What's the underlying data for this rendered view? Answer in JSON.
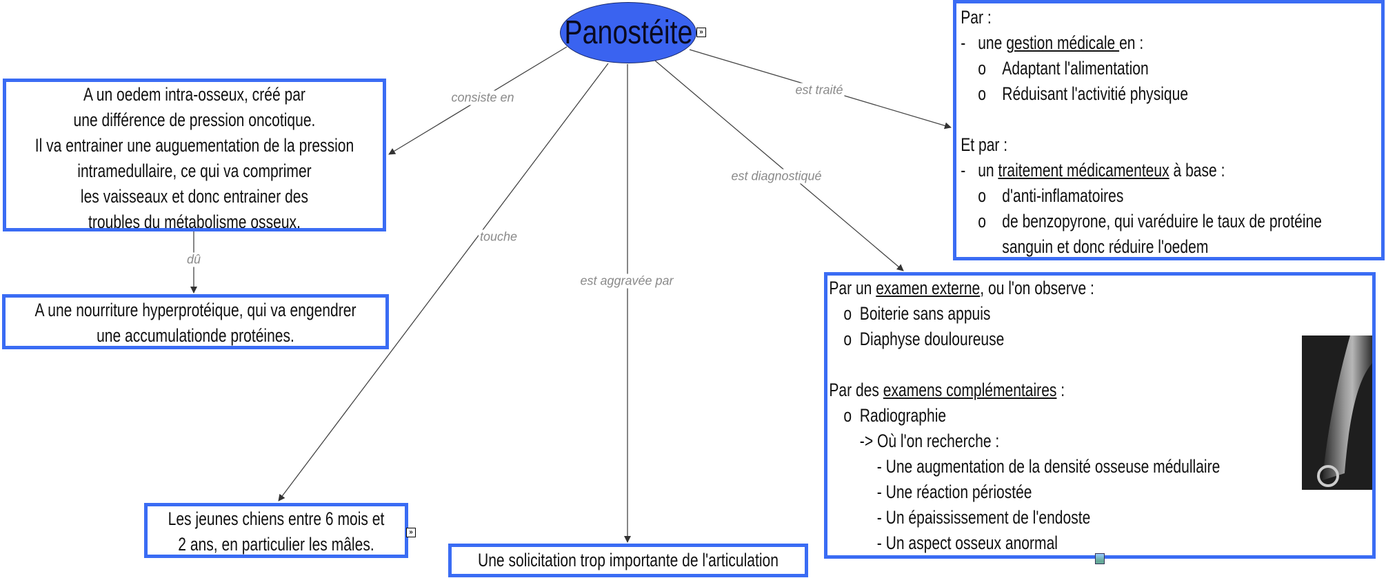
{
  "central": {
    "title": "Panostéite"
  },
  "links": {
    "consiste_en": "consiste en",
    "est_traite": "est traité",
    "est_diagnostique": "est diagnostiqué",
    "touche": "touche",
    "est_aggravee_par": "est aggravée par",
    "du": "dû"
  },
  "nodes": {
    "definition": {
      "lines": [
        "A un oedem intra-osseux, créé par",
        "une différence de pression oncotique.",
        "Il va entrainer une auguementation de la pression",
        "intramedullaire, ce qui va comprimer",
        "les vaisseaux et donc entrainer des",
        "troubles du métabolisme osseux."
      ]
    },
    "cause": {
      "lines": [
        "A une nourriture hyperprotéique, qui va engendrer",
        "une accumulationde protéines."
      ]
    },
    "population": {
      "lines": [
        "Les jeunes chiens entre 6 mois et",
        "2 ans, en particulier les mâles."
      ]
    },
    "aggravation": {
      "text": "Une solicitation trop importante de l'articulation"
    },
    "treatment": {
      "l1": "Par :",
      "dash": "-",
      "bullet": "o",
      "l2_pre": "une ",
      "l2_u": "gestion médicale ",
      "l2_post": "en :",
      "l3": "Adaptant l'alimentation",
      "l4": "Réduisant l'activitié physique",
      "l5": "Et par :",
      "l6_pre": "un ",
      "l6_u": "traitement médicamenteux",
      "l6_post": " à base :",
      "l7": "d'anti-inflamatoires",
      "l8": "de benzopyrone, qui varéduire le taux de protéine",
      "l9": "sanguin et donc réduire l'oedem"
    },
    "diagnosis": {
      "bullet": "o",
      "l1_pre": "Par un ",
      "l1_u": "examen externe",
      "l1_post": ", ou l'on observe :",
      "l2": "Boiterie sans appuis",
      "l3": "Diaphyse douloureuse",
      "l4_pre": "Par des ",
      "l4_u": "examens complémentaires",
      "l4_post": " :",
      "l5": "Radiographie",
      "l6": "-> Où l'on recherche :",
      "l7": "- Une augmentation de la densité osseuse médullaire",
      "l8": "- Une réaction périostée",
      "l9": "- Un épaississement de l'endoste",
      "l10": "- Un aspect osseux anormal"
    }
  },
  "colors": {
    "node_border": "#3a6cf4",
    "central_fill": "#3a63f0",
    "link_label": "#8a8a8a"
  }
}
